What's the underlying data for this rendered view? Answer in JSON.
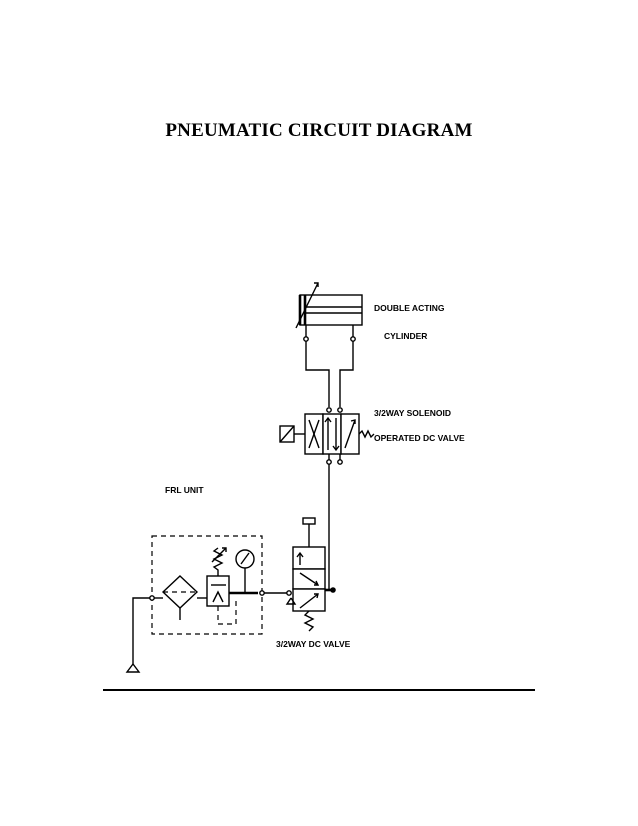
{
  "title": "PNEUMATIC CIRCUIT DIAGRAM",
  "labels": {
    "cylinder_line1": "DOUBLE ACTING",
    "cylinder_line2": "CYLINDER",
    "solenoid_line1": "3/2WAY SOLENOID",
    "solenoid_line2": "OPERATED DC VALVE",
    "frl_unit": "FRL UNIT",
    "manual_valve": "3/2WAY DC VALVE"
  },
  "colors": {
    "ink": "#000000",
    "background": "#ffffff"
  }
}
